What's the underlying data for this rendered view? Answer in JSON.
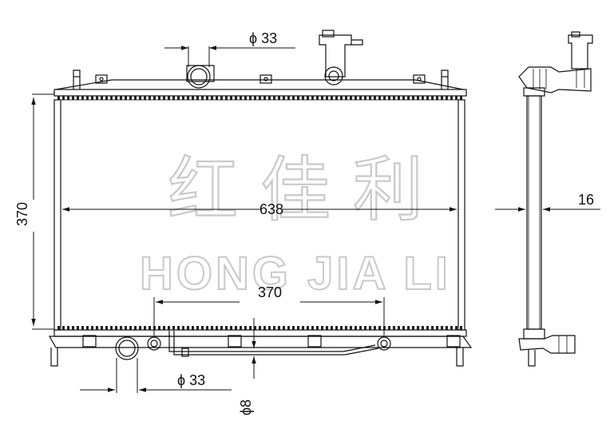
{
  "watermark": {
    "chinese": "红 佳 利",
    "english": "HONG JIA LI"
  },
  "dimensions": {
    "top_pipe_diameter": "ϕ 33",
    "bottom_pipe_diameter": "ϕ 33",
    "overall_width": "638",
    "core_height": "370",
    "fitting_spacing": "370",
    "core_thickness": "16",
    "drain_diameter": "ϕ8"
  }
}
